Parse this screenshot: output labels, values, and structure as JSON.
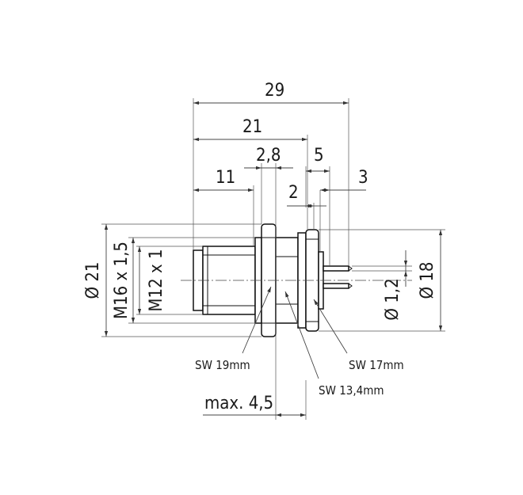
{
  "dimensions": {
    "overall_length": "29",
    "body_length": "21",
    "flange_width": "2,8",
    "front_length": "11",
    "gap": "2",
    "rear_length": "5",
    "pin_length": "3",
    "outer_diameter": "Ø 21",
    "thread_m16": "M16 x 1,5",
    "thread_m12": "M12 x 1",
    "pin_diameter": "Ø 1,2",
    "rear_diameter": "Ø 18",
    "wrench_19": "SW 19mm",
    "wrench_17": "SW 17mm",
    "wrench_13": "SW 13,4mm",
    "max_panel": "max. 4,5"
  }
}
